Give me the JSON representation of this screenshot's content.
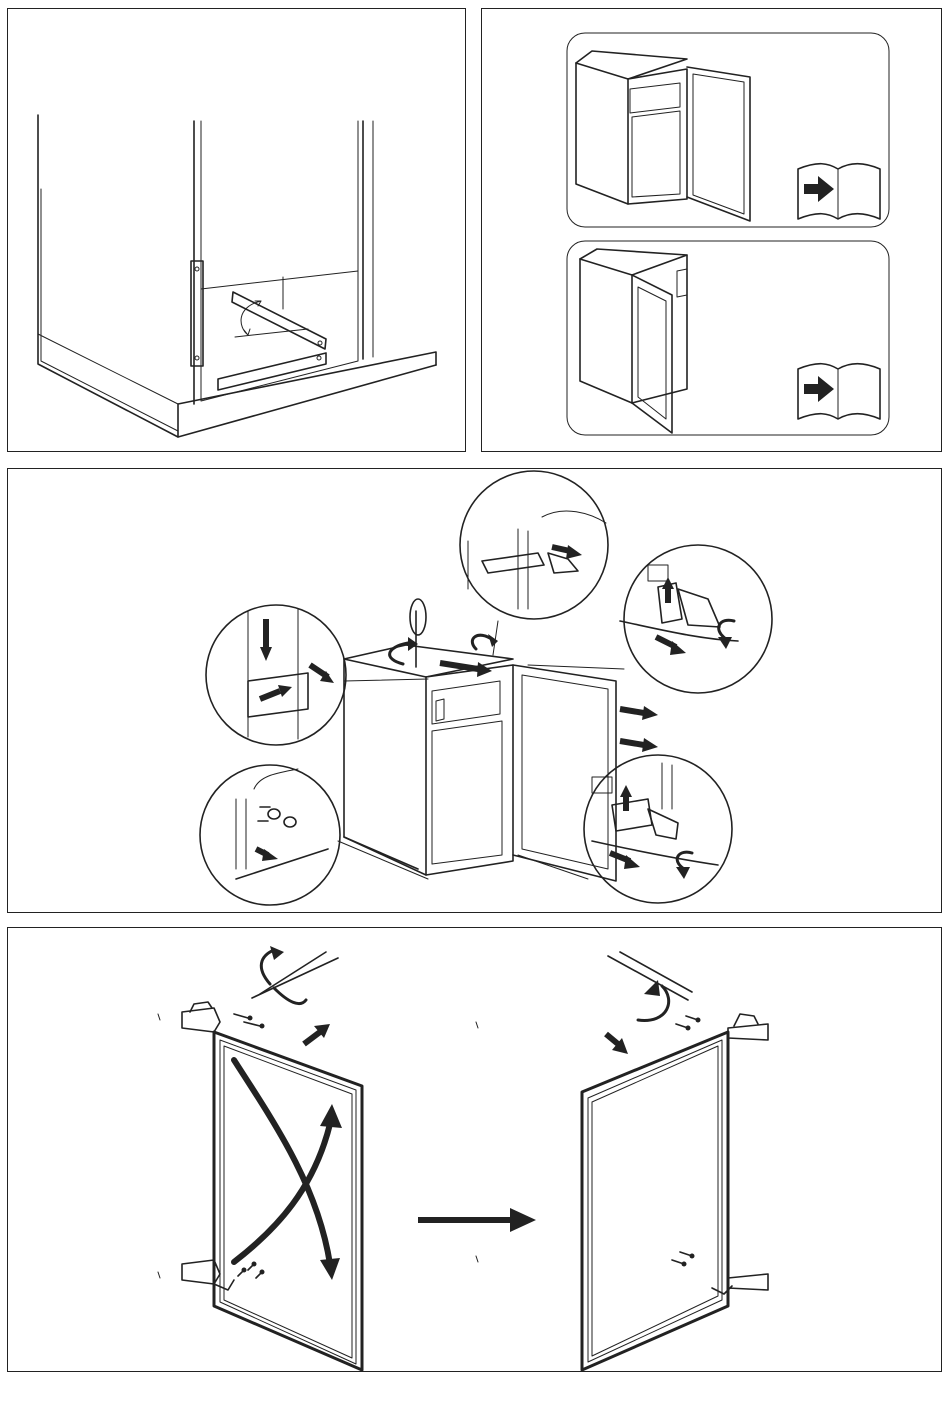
{
  "document": {
    "type": "installation-instructions-illustration",
    "panels": [
      {
        "id": "top-left",
        "depicts": "niche-with-angle-bracket-icon"
      },
      {
        "id": "top-right",
        "depicts": "door-hinge-right-and-left-icon",
        "items": [
          {
            "icon": "book-arrow-icon"
          },
          {
            "icon": "book-arrow-icon"
          }
        ]
      },
      {
        "id": "middle",
        "depicts": "door-removal-steps-icon"
      },
      {
        "id": "bottom",
        "depicts": "door-turn-over-icon"
      }
    ]
  },
  "colors": {
    "ink": "#222222",
    "paper": "#ffffff",
    "shade": "#e6e6e6"
  }
}
